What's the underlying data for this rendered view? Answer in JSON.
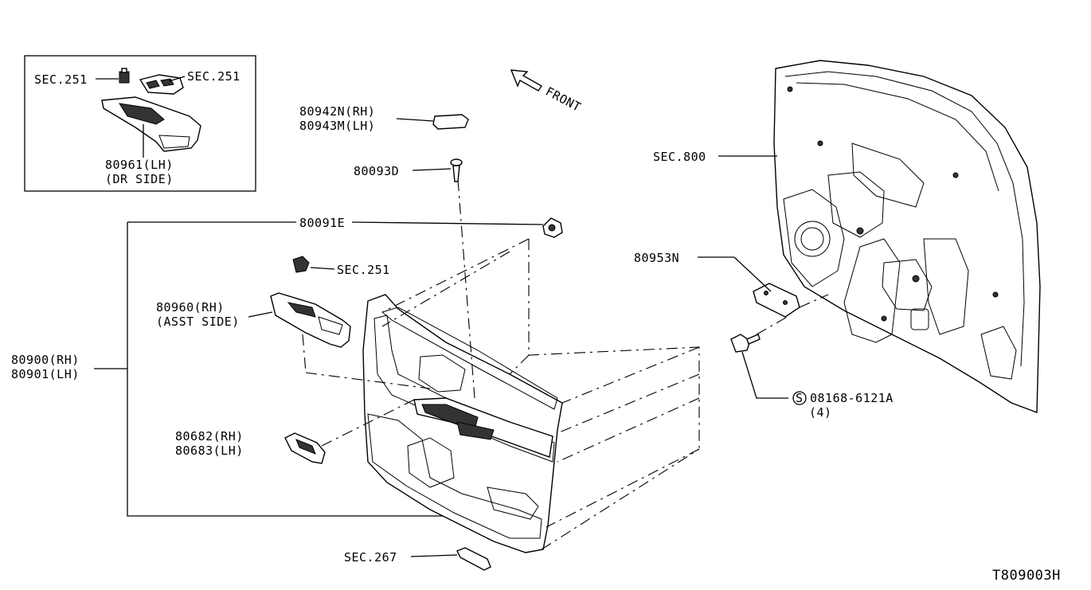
{
  "inset": {
    "sec_top_left": "SEC.251",
    "sec_top_right": "SEC.251",
    "part_80961": "80961(LH)",
    "part_80961_note": "(DR SIDE)"
  },
  "front_label": "FRONT",
  "labels": {
    "p80942n": "80942N(RH)",
    "p80943m": "80943M(LH)",
    "p80093d": "80093D",
    "p80091e": "80091E",
    "sec251_clip": "SEC.251",
    "p80960": "80960(RH)",
    "p80960_note": "(ASST SIDE)",
    "p80900": "80900(RH)",
    "p80901": "80901(LH)",
    "p80682": "80682(RH)",
    "p80683": "80683(LH)",
    "sec267": "SEC.267",
    "sec800": "SEC.800",
    "p80953n": "80953N",
    "bolt_symbol": "S",
    "bolt_part": "08168-6121A",
    "bolt_qty": "(4)",
    "diagram_code": "T809003H"
  }
}
